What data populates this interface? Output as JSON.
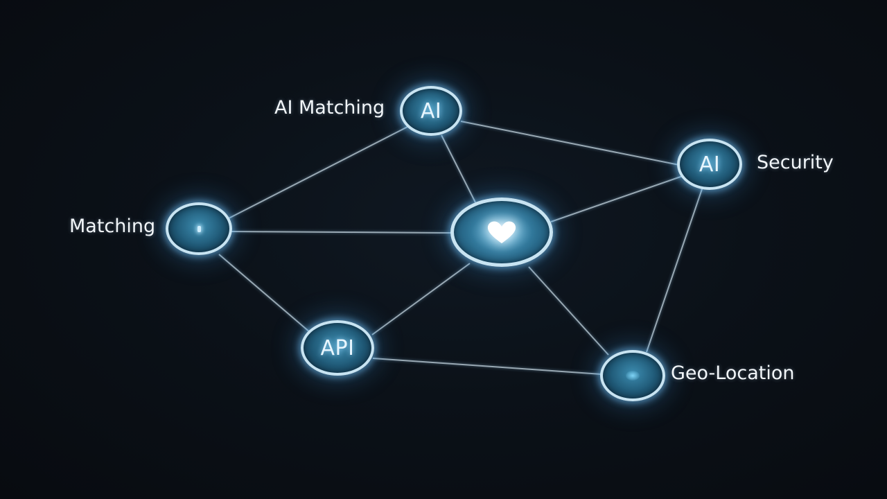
{
  "diagram": {
    "nodes": {
      "center": {
        "icon": "heart-icon"
      },
      "ai_matching": {
        "text": "AI",
        "label": "AI Matching"
      },
      "security": {
        "text": "AI",
        "label": "Security"
      },
      "matching": {
        "icon": "dot-icon",
        "label": "Matching"
      },
      "api": {
        "text": "API"
      },
      "geo_location": {
        "icon": "glow-core-icon",
        "label": "Geo-Location"
      }
    },
    "edges": [
      [
        "ai_matching",
        "matching"
      ],
      [
        "ai_matching",
        "center"
      ],
      [
        "ai_matching",
        "security"
      ],
      [
        "matching",
        "center"
      ],
      [
        "matching",
        "api"
      ],
      [
        "center",
        "security"
      ],
      [
        "center",
        "api"
      ],
      [
        "center",
        "geo_location"
      ],
      [
        "security",
        "geo_location"
      ],
      [
        "api",
        "geo_location"
      ]
    ],
    "colors": {
      "background": "#0a0d12",
      "node_ring": "#c8e4f2",
      "node_fill": "#1f5875",
      "edge": "#c9dbe6",
      "text": "#f2f6f9"
    }
  }
}
